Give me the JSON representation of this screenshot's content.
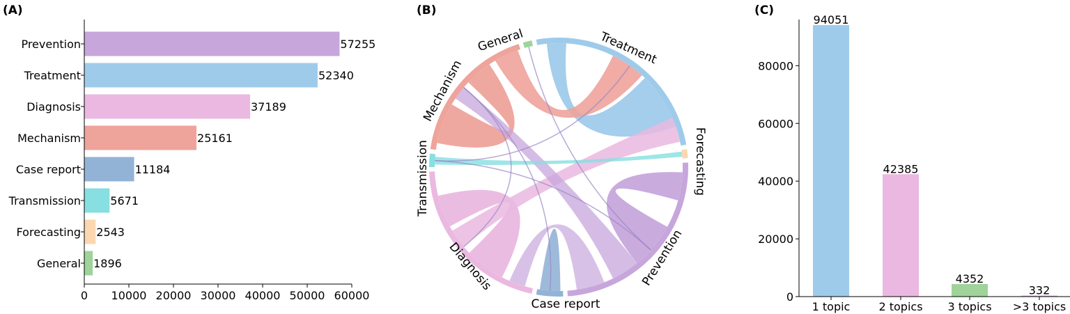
{
  "panels": {
    "a": "(A)",
    "b": "(B)",
    "c": "(C)"
  },
  "colors": {
    "Prevention": "#c7a6dc",
    "Treatment": "#9fcbea",
    "Diagnosis": "#eab8e0",
    "Mechanism": "#eea39b",
    "Case report": "#93b3d6",
    "Transmission": "#87dfe1",
    "Forecasting": "#fbd7b1",
    "General": "#9fd39a"
  },
  "chart_data": [
    {
      "type": "bar",
      "orientation": "horizontal",
      "categories": [
        "Prevention",
        "Treatment",
        "Diagnosis",
        "Mechanism",
        "Case report",
        "Transmission",
        "Forecasting",
        "General"
      ],
      "values": [
        57255,
        52340,
        37189,
        25161,
        11184,
        5671,
        2543,
        1896
      ],
      "value_labels": [
        "57255",
        "52340",
        "37189",
        "25161",
        "11184",
        "5671",
        "2543",
        "1896"
      ],
      "xlim": [
        0,
        60000
      ],
      "xticks": [
        0,
        10000,
        20000,
        30000,
        40000,
        50000,
        60000
      ],
      "xtick_labels": [
        "0",
        "10000",
        "20000",
        "30000",
        "40000",
        "50000",
        "60000"
      ],
      "grid": false
    },
    {
      "type": "chord",
      "nodes": [
        "Treatment",
        "Forecasting",
        "Prevention",
        "Case report",
        "Diagnosis",
        "Transmission",
        "Mechanism",
        "General"
      ]
    },
    {
      "type": "bar",
      "categories": [
        "1 topic",
        "2 topics",
        "3 topics",
        ">3 topics"
      ],
      "values": [
        94051,
        42385,
        4352,
        332
      ],
      "value_labels": [
        "94051",
        "42385",
        "4352",
        "332"
      ],
      "bar_colors": [
        "#9fcbea",
        "#eab8e0",
        "#9fd39a",
        "#c7a6dc"
      ],
      "ylim": [
        0,
        96000
      ],
      "yticks": [
        0,
        20000,
        40000,
        60000,
        80000
      ],
      "ytick_labels": [
        "0",
        "20000",
        "40000",
        "60000",
        "80000"
      ],
      "grid": false
    }
  ]
}
